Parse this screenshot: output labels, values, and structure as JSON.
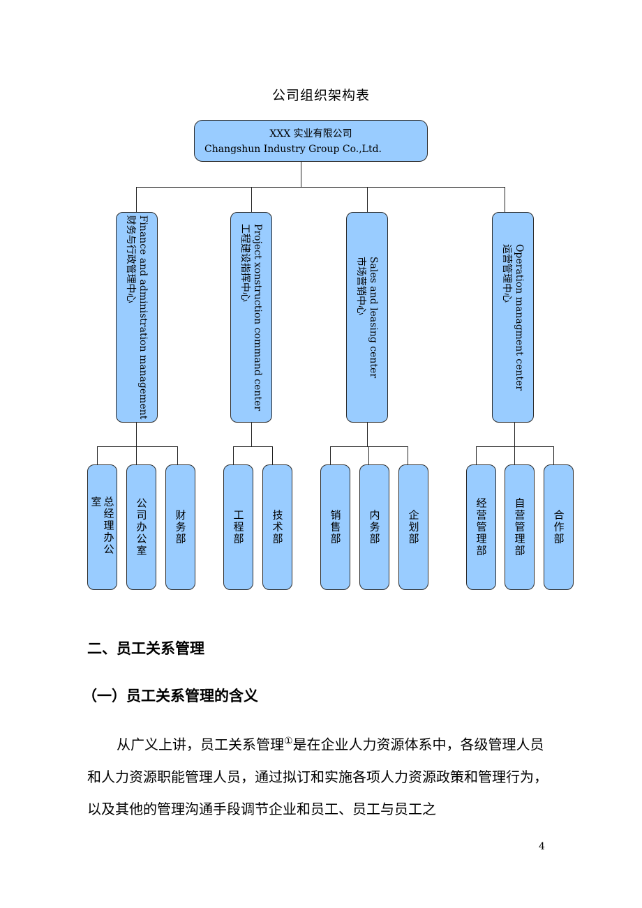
{
  "chart_title": "公司组织架构表",
  "company": {
    "name_cn": "XXX 实业有限公司",
    "name_en": "Changshun Industry Group Co.,Ltd."
  },
  "centers": [
    {
      "en": "Finance and administration management",
      "cn": "财务与行政管理中心",
      "departments": [
        "总经理办公室",
        "公司办公室",
        "财务部"
      ]
    },
    {
      "en": "Project xonstruction command center",
      "cn": "工程建设指挥中心",
      "departments": [
        "工程部",
        "技术部"
      ]
    },
    {
      "en": "Sales and leasing center",
      "cn": "市场营销中心",
      "departments": [
        "销售部",
        "内务部",
        "企划部"
      ]
    },
    {
      "en": "Operation managment center",
      "cn": "运营管理中心",
      "departments": [
        "经营管理部",
        "自营管理部",
        "合作部"
      ]
    }
  ],
  "section_heading": "二、员工关系管理",
  "subsection_heading": "（一）员工关系管理的含义",
  "paragraph": {
    "before_note": "从广义上讲，员工关系管理",
    "note_mark": "①",
    "after_note": "是在企业人力资源体系中，各级管理人员和人力资源职能管理人员，通过拟订和实施各项人力资源政策和管理行为，以及其他的管理沟通手段调节企业和员工、员工与员工之"
  },
  "page_number": "4",
  "colors": {
    "box_fill": "#99ccff",
    "line": "#222222"
  }
}
